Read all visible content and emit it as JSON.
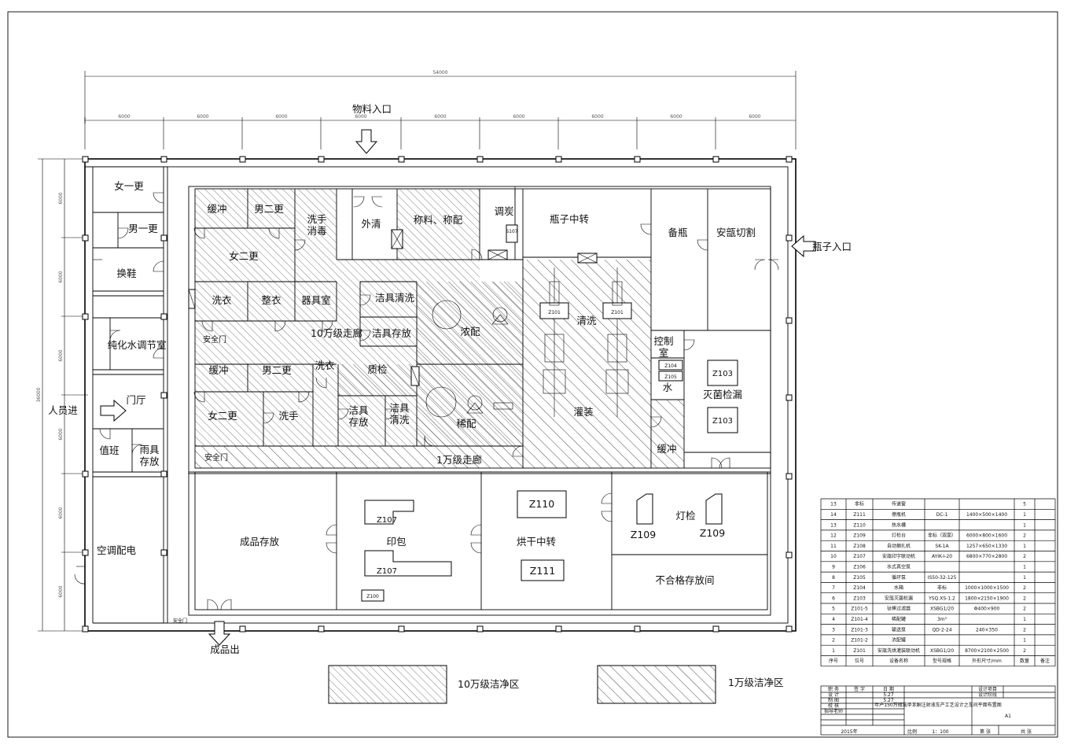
{
  "entrances": {
    "material": "物料入口",
    "bottle": "瓶子入口",
    "staff": "人员进",
    "product": "成品出"
  },
  "dimensions": {
    "total_width": "54000",
    "bay": "6000",
    "left_bays": [
      "6000",
      "6000",
      "6000",
      "6000",
      "6000",
      "6000"
    ],
    "total_height": "36000"
  },
  "rooms": {
    "women_change1": "女一更",
    "men_change1": "男一更",
    "shoe_change": "换鞋",
    "pure_water": "纯化水调节室",
    "lobby": "门厅",
    "duty": "值班",
    "umbrella_1": "雨具",
    "umbrella_2": "存放",
    "hvac": "空调配电",
    "buffer_a": "缓冲",
    "men_change2_a": "男二更",
    "hand_wash_a_1": "洗手",
    "hand_wash_a_2": "消毒",
    "women_change2_a": "女二更",
    "outer_clean": "外清",
    "weighing_a": "称料、称配",
    "carbon": "调炭",
    "s107": "S107",
    "bottle_transfer": "瓶子中转",
    "spare_bottle": "备瓶",
    "ampoule_cut": "安瓿切割",
    "laundry": "洗衣",
    "clothes_a": "整衣",
    "tool_room": "器具室",
    "tool_clean_a": "洁具清洗",
    "tool_store_a": "洁具存放",
    "corridor_100k": "10万级走廊",
    "concentrate": "浓配",
    "washing": "清洗",
    "control_room_1": "控制",
    "control_room_2": "室",
    "safety_door": "安全门",
    "buffer_b": "缓冲",
    "men_change2_b": "男二更",
    "wash_b": "洗衣",
    "women_change2_b": "女二更",
    "hand_wash_b": "洗手",
    "tool_store_b_1": "洁具",
    "tool_store_b_2": "存放",
    "tool_clean_b_1": "洁具",
    "tool_clean_b_2": "清洗",
    "quality": "质检",
    "dilute": "稀配",
    "filling": "灌装",
    "sterilize": "灭菌检漏",
    "buffer_c": "缓冲",
    "water": "水",
    "corridor_10k": "1万级走廊",
    "product_store": "成品存放",
    "printing": "印包",
    "drying": "烘干中转",
    "light_check": "灯检",
    "reject_store": "不合格存放间",
    "safety_exit": "安全门"
  },
  "equipment": {
    "z107": "Z107",
    "z110": "Z110",
    "z111": "Z111",
    "z109": "Z109",
    "z103": "Z103",
    "z104": "Z104",
    "z105": "Z105",
    "z100": "Z100",
    "z101": "Z101",
    "z101b": "Z101"
  },
  "legend": {
    "class_100k": "10万级洁净区",
    "class_10k": "1万级洁净区"
  },
  "equipment_table": {
    "rows": [
      [
        "13",
        "非标",
        "传递窗",
        "",
        "",
        "5",
        ""
      ],
      [
        "14",
        "Z111",
        "擦瓶机",
        "DC-1",
        "1400×500×1400",
        "1",
        ""
      ],
      [
        "13",
        "Z110",
        "热水槽",
        "",
        "",
        "1",
        ""
      ],
      [
        "12",
        "Z109",
        "灯检台",
        "非标（双面）",
        "6000×800×1600",
        "2",
        ""
      ],
      [
        "11",
        "Z108",
        "自动捆扎机",
        "SK-1A",
        "1257×650×1330",
        "1",
        ""
      ],
      [
        "10",
        "Z107",
        "安瓿印字联动机",
        "AYIK-Ⅰ-20",
        "6800×770×2800",
        "2",
        ""
      ],
      [
        "9",
        "Z106",
        "水式真空泵",
        "",
        "",
        "1",
        ""
      ],
      [
        "8",
        "Z105",
        "循环泵",
        "IS50-32-125",
        "",
        "1",
        ""
      ],
      [
        "7",
        "Z104",
        "水箱",
        "非标",
        "1000×1000×1500",
        "2",
        ""
      ],
      [
        "6",
        "Z103",
        "安瓿灭菌检漏",
        "YSQ.XS-1.2",
        "1800×2150×1900",
        "2",
        ""
      ],
      [
        "5",
        "Z101-5",
        "钛棒过滤器",
        "XSBG1/20",
        "Φ400×900",
        "2",
        ""
      ],
      [
        "4",
        "Z101-4",
        "稀配罐",
        "3m³",
        "",
        "1",
        ""
      ],
      [
        "3",
        "Z101-3",
        "输送泵",
        "QD-2-24",
        "240×350",
        "2",
        ""
      ],
      [
        "2",
        "Z101-2",
        "浓配罐",
        "",
        "",
        "1",
        ""
      ],
      [
        "1",
        "Z101",
        "安瓿洗烘灌装联动机",
        "XSBG1/20",
        "8700×2100×2500",
        "2",
        ""
      ]
    ],
    "header": [
      "序号",
      "位号",
      "设备名称",
      "型号规格",
      "外形尺寸/mm",
      "数量",
      "备注"
    ]
  },
  "title_block": {
    "row_labels": [
      "职 务",
      "设 计",
      "制 图",
      "校 核",
      "指导老师"
    ],
    "col_signature": "签 字",
    "col_date": "日 期",
    "date_1": "5.27",
    "date_2": "5.27",
    "project_title": "年产150万瓶氯甲苯酮注射液车产工艺设计之车间平面布置图",
    "design_project": "设计项目",
    "design_stage": "设计阶段",
    "sheet_size": "A1",
    "year": "2015年",
    "scale_label": "比例",
    "scale_value": "1：100",
    "sheet_no": "第 张",
    "sheet_total": "共 张"
  }
}
